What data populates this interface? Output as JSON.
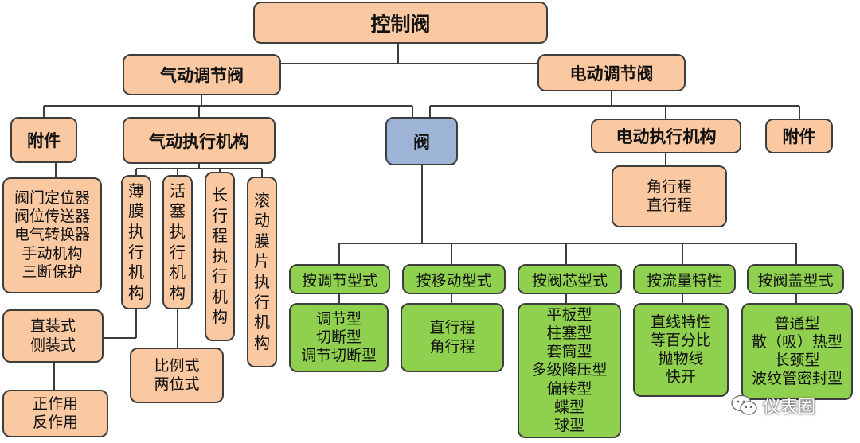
{
  "root": "控制阀",
  "pneumatic": {
    "title": "气动调节阀",
    "accessory": {
      "title": "附件",
      "items": "阀门定位器\n阀位传送器\n电气转换器\n手动机构\n三断保护"
    },
    "actuator": {
      "title": "气动执行机构",
      "types": [
        "薄\n膜\n执\n行\n机\n构",
        "活\n塞\n执\n行\n机\n构",
        "长\n行\n程\n执\n行\n机\n构",
        "滚\n动\n膜\n片\n执\n行\n机\n构"
      ]
    },
    "mounting": "直装式\n侧装式",
    "action": "正作用\n反作用",
    "piston_modes": "比例式\n两位式"
  },
  "valve": {
    "title": "阀",
    "categories": [
      {
        "title": "按调节型式",
        "items": "调节型\n切断型\n调节切断型"
      },
      {
        "title": "按移动型式",
        "items": "直行程\n角行程"
      },
      {
        "title": "按阀芯型式",
        "items": "平板型\n柱塞型\n套筒型\n多级降压型\n偏转型\n蝶型\n球型"
      },
      {
        "title": "按流量特性",
        "items": "直线特性\n等百分比\n抛物线\n快开"
      },
      {
        "title": "按阀盖型式",
        "items": "普通型\n散（吸）热型\n长颈型\n波纹管密封型"
      }
    ]
  },
  "electric": {
    "title": "电动调节阀",
    "actuator": {
      "title": "电动执行机构",
      "items": "角行程\n直行程"
    },
    "accessory": {
      "title": "附件"
    }
  },
  "watermark": {
    "text": "仪表圈",
    "icon": "wechat-icon"
  },
  "colors": {
    "orange": "#fbc9a1",
    "blue": "#9db4d6",
    "green": "#8fd14f",
    "line": "#3d3d3d"
  }
}
